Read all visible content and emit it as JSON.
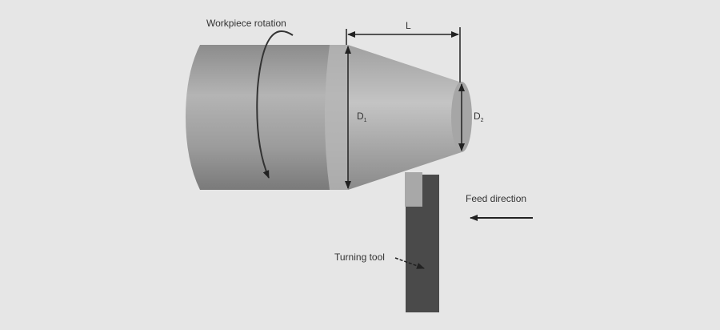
{
  "labels": {
    "rotation": "Workpiece rotation",
    "length": "L",
    "d1": "D",
    "d1_sub": "1",
    "d2": "D",
    "d2_sub": "2",
    "feed": "Feed direction",
    "tool": "Turning tool"
  },
  "colors": {
    "background": "#e6e6e6",
    "workpiece": "#9a9a9a",
    "tool": "#4a4a4a",
    "insert": "#a8a8a8",
    "line": "#222222"
  }
}
